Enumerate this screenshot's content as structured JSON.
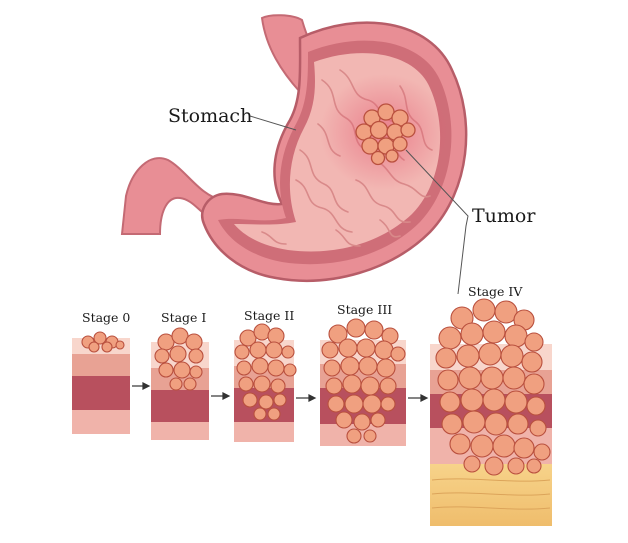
{
  "labels": {
    "stomach": "Stomach",
    "tumor": "Tumor"
  },
  "stages": [
    {
      "label": "Stage 0"
    },
    {
      "label": "Stage I"
    },
    {
      "label": "Stage II"
    },
    {
      "label": "Stage III"
    },
    {
      "label": "Stage IV"
    }
  ],
  "colors": {
    "stomach_outer": "#e88e95",
    "stomach_wall": "#cf6e78",
    "stomach_inner": "#f2b7b3",
    "tumor": "#f0a080",
    "tumor_edge": "#b9503e",
    "layer_top": "#f6c9bf",
    "layer_mid": "#e8a294",
    "layer_muscle": "#b8505e",
    "fat": "#f4c87a"
  }
}
